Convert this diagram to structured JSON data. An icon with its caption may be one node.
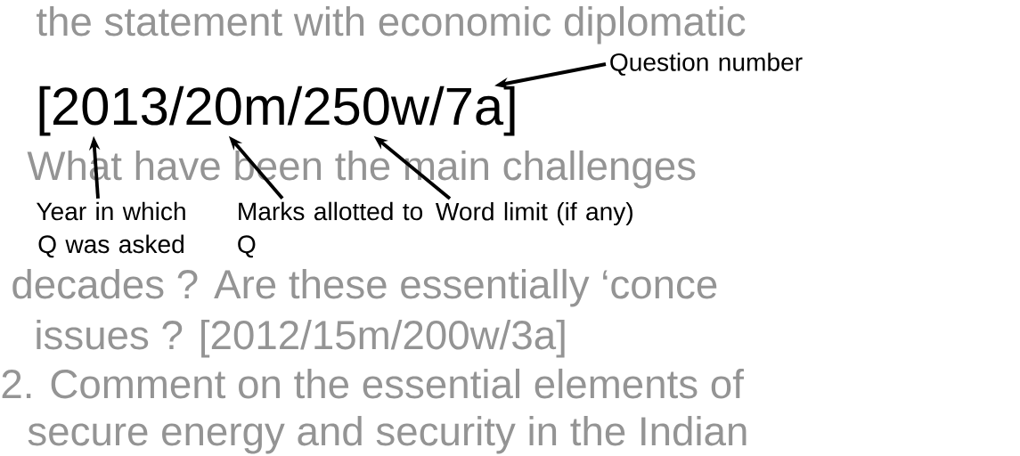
{
  "diagram": {
    "nodes": [
      {
        "text": [
          "Question number"
        ]
      },
      {
        "text": [
          "[2013/20m/250w/7a]"
        ]
      },
      {
        "text": [
          "Year in which Q was asked"
        ]
      },
      {
        "text": [
          "Marks allotted to Q"
        ]
      },
      {
        "text": [
          "Word limit (if any)"
        ]
      }
    ],
    "edges": [
      {
        "from": 0,
        "to": 1,
        "arrow": "to"
      },
      {
        "from": 2,
        "to": 1,
        "arrow": "to"
      },
      {
        "from": 3,
        "to": 1,
        "arrow": "to"
      },
      {
        "from": 4,
        "to": 1,
        "arrow": "to"
      }
    ],
    "labels": [
      "the statement with economic diplomatic",
      "What have been the main challenges",
      "decades ? Are these essentially ‘conce",
      "issues ? [2012/15m/200w/3a]",
      "2. Comment on the essential elements of",
      "secure energy and security in the Indian"
    ]
  }
}
